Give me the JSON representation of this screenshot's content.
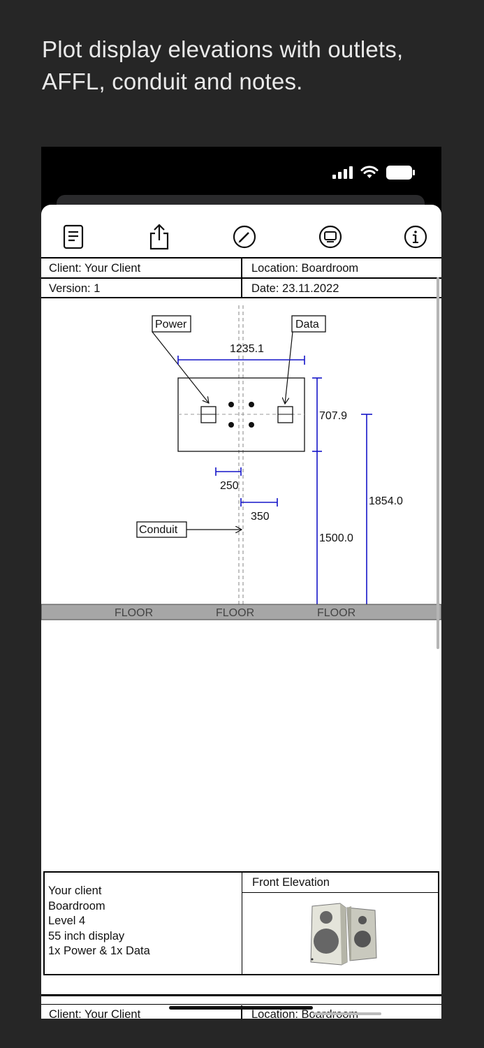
{
  "headline": {
    "line1": "Plot display elevations with outlets,",
    "line2": "AFFL, conduit and notes."
  },
  "toolbar": {
    "buttons": [
      {
        "name": "notes-icon"
      },
      {
        "name": "share-icon"
      },
      {
        "name": "edit-icon"
      },
      {
        "name": "display-icon"
      },
      {
        "name": "info-icon"
      }
    ]
  },
  "header": {
    "client": "Client: Your Client",
    "location": "Location: Boardroom",
    "version": "Version: 1",
    "date": "Date: 23.11.2022"
  },
  "drawing": {
    "callouts": {
      "power": "Power",
      "data": "Data",
      "conduit": "Conduit"
    },
    "dimensions": {
      "display_width": "1235.1",
      "display_height": "707.9",
      "outlet_offset": "250",
      "conduit_offset": "350",
      "center_height": "1500.0",
      "top_height": "1854.0"
    },
    "floor_label": "FLOOR"
  },
  "info": {
    "notes": [
      "Your client",
      "Boardroom",
      "Level 4",
      "55 inch display",
      "1x Power & 1x Data"
    ],
    "elevation_title": "Front Elevation",
    "elevation_icon": "speakers-icon"
  },
  "next_page": {
    "client": "Client: Your Client",
    "location": "Location: Boardroom"
  },
  "colors": {
    "dimension": "#1515c8",
    "background": "#262626",
    "floor": "#a6a6a6"
  }
}
